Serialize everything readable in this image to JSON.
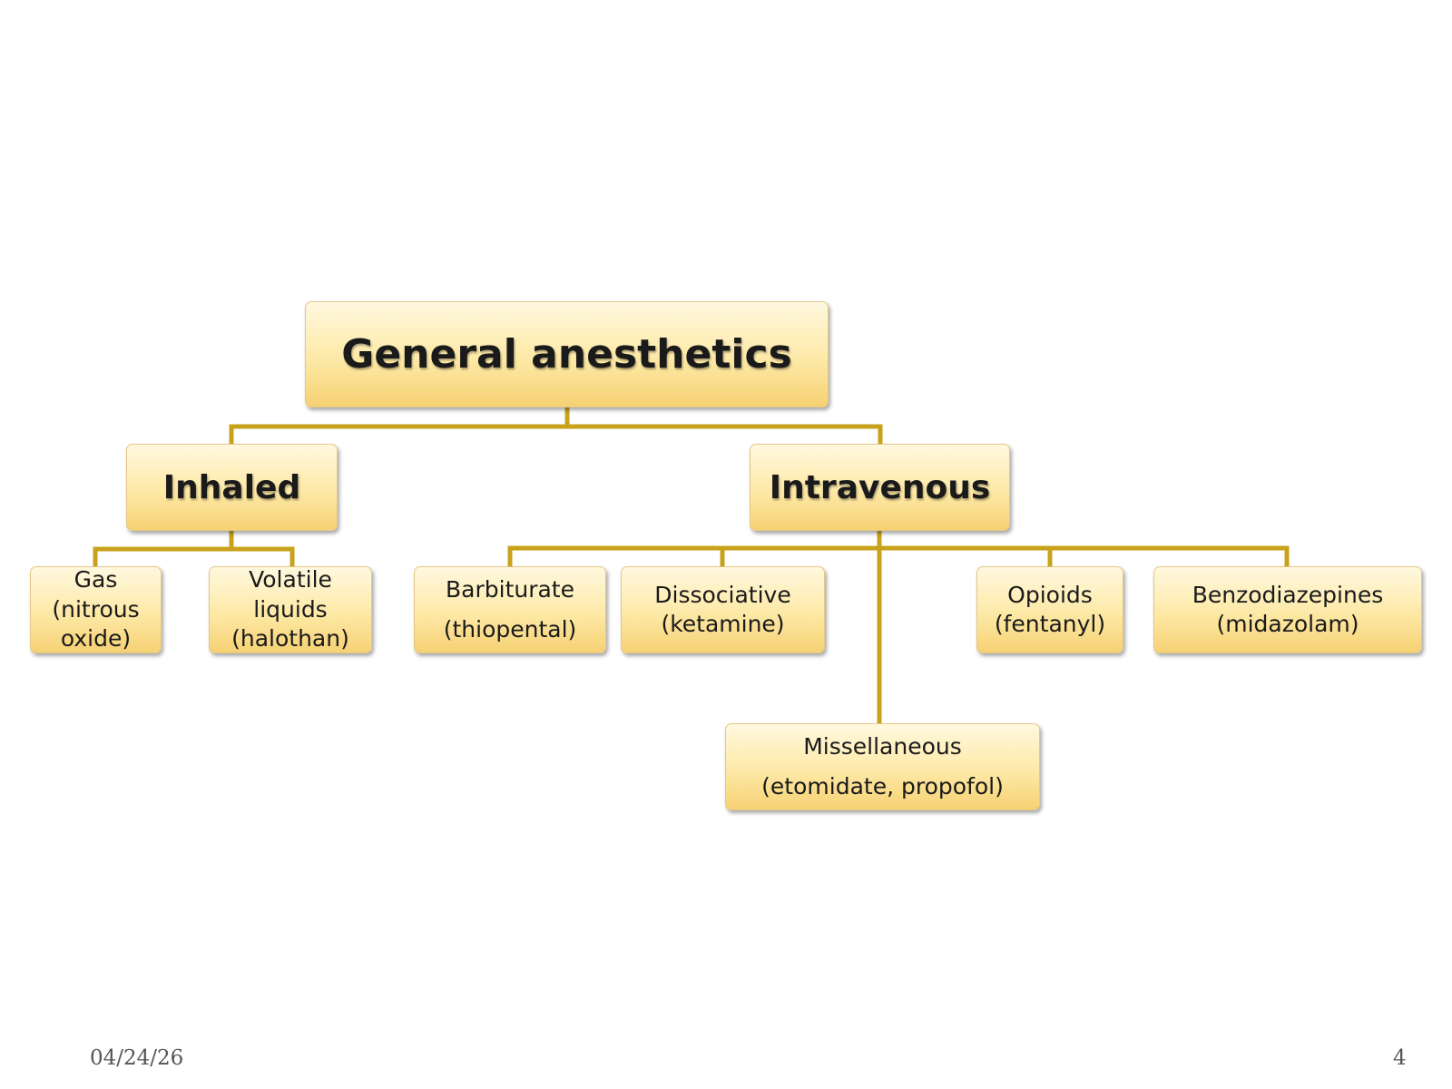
{
  "diagram": {
    "root": {
      "label": "General anesthetics"
    },
    "inhaled": {
      "label": "Inhaled",
      "children": [
        {
          "lines": [
            "Gas",
            "(nitrous",
            "oxide)"
          ]
        },
        {
          "lines": [
            "Volatile",
            "liquids",
            "(halothan)"
          ]
        }
      ]
    },
    "intravenous": {
      "label": "Intravenous",
      "children": [
        {
          "lines": [
            "Barbiturate",
            "(thiopental)"
          ]
        },
        {
          "lines": [
            "Dissociative",
            "(ketamine)"
          ]
        },
        {
          "lines": [
            "Opioids",
            "(fentanyl)"
          ]
        },
        {
          "lines": [
            "Benzodiazepines",
            "(midazolam)"
          ]
        },
        {
          "lines": [
            "Missellaneous",
            "(etomidate, propofol)"
          ]
        }
      ]
    },
    "connector_color": "#c9a21b"
  },
  "footer": {
    "date": "04/24/26",
    "page_number": "4"
  }
}
